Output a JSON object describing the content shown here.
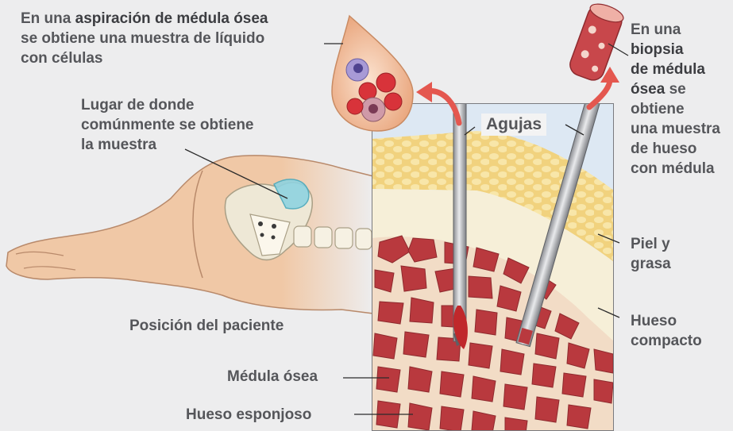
{
  "labels": {
    "aspiration": {
      "pre": "En una ",
      "bold": "aspiración de médula ósea",
      "line2": "se obtiene una muestra de líquido",
      "line3": "con células"
    },
    "site": {
      "line1": "Lugar de donde",
      "line2": "comúnmente se obtiene",
      "line3": "la muestra"
    },
    "biopsy": {
      "line1": "En una",
      "bold1": "biopsia",
      "bold2": "de médula",
      "bold3": "ósea",
      "suffix3": " se",
      "line5": "obtiene",
      "line6": "una muestra",
      "line7": "de hueso",
      "line8": "con médula"
    },
    "agujas": "Agujas",
    "skin": {
      "line1": "Piel y",
      "line2": "grasa"
    },
    "compact": {
      "line1": "Hueso",
      "line2": "compacto"
    },
    "position": "Posición del paciente",
    "marrow": "Médula ósea",
    "spongy": "Hueso esponjoso"
  },
  "colors": {
    "background": "#ededee",
    "bone_red": "#b8393d",
    "fat_yellow": "#f3dc8c",
    "skin_blue": "#dbe8f2",
    "bone_cream": "#f6efd8",
    "arrow_red": "#e4574f"
  }
}
